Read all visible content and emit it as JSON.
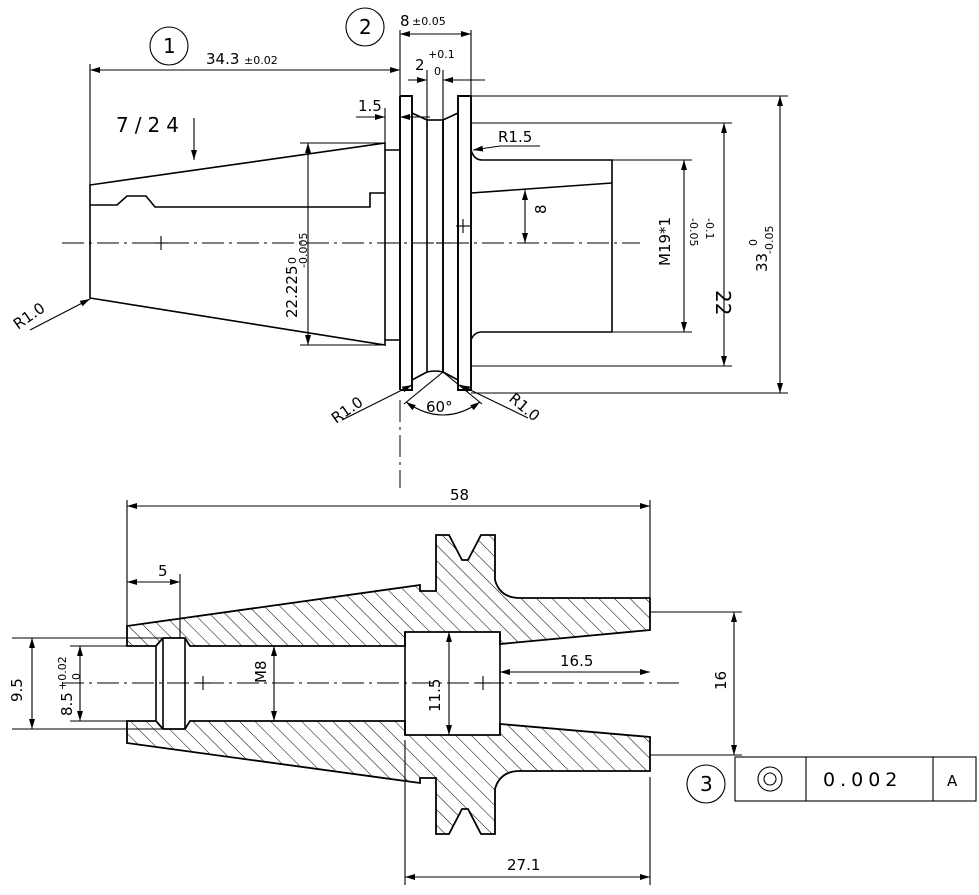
{
  "top_view": {
    "balloon_1": "1",
    "balloon_2": "2",
    "dim_taper_length": "34.3",
    "dim_taper_length_tol": "±0.02",
    "taper_label": "7/24",
    "dim_flange_width": "8",
    "dim_flange_width_tol": "±0.05",
    "dim_groove_width": "2",
    "dim_groove_tol_upper": "+0.1",
    "dim_groove_tol_lower": "0",
    "dim_step": "1.5",
    "radius_r15": "R1.5",
    "radius_r10_left": "R1.0",
    "radius_r10_bottom_left": "R1.0",
    "radius_r10_bottom_right": "R1.0",
    "dim_taper_dia": "22.225",
    "dim_taper_dia_tol_upper": "0",
    "dim_taper_dia_tol_lower": "-0.005",
    "dim_small_8": "8",
    "dim_thread": "M19*1",
    "dim_groove_dia": "22",
    "dim_groove_dia_tol_upper": "-0.05",
    "dim_groove_dia_tol_lower": "-0.1",
    "dim_flange_dia": "33",
    "dim_flange_dia_tol_upper": "0",
    "dim_flange_dia_tol_lower": "-0.05",
    "angle_label": "60°"
  },
  "section_view": {
    "dim_total_length": "58",
    "dim_5": "5",
    "dim_95": "9.5",
    "dim_85": "8.5",
    "dim_85_tol_upper": "+0.02",
    "dim_85_tol_lower": "0",
    "dim_m8": "M8",
    "dim_115": "11.5",
    "dim_165": "16.5",
    "dim_16": "16",
    "dim_271": "27.1",
    "balloon_3": "3",
    "tolerance_symbol": "concentricity-icon",
    "tolerance_value": "0.002",
    "datum": "A"
  }
}
